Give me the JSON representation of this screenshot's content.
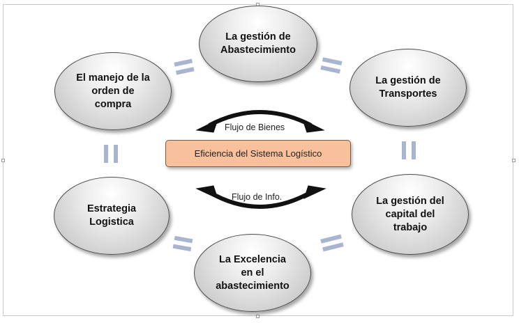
{
  "diagram": {
    "center": "Eficiencia del Sistema Logístico",
    "flows": {
      "top": "Flujo de Bienes",
      "bottom": "Flujo de Info."
    },
    "nodes": {
      "abastecimiento": [
        "La gestión de",
        "Abastecimiento"
      ],
      "transportes": [
        "La gestión de",
        "Transportes"
      ],
      "capital": [
        "La gestión del",
        "capital del",
        "trabajo"
      ],
      "excelencia": [
        "La Excelencia",
        "en el",
        "abastecimiento"
      ],
      "estrategia": [
        "Estrategia",
        "Logistica"
      ],
      "orden": [
        "El manejo de la",
        "orden de",
        "compra"
      ]
    }
  },
  "colors": {
    "node_fill": "#d0d0d0",
    "center_fill": "#f8c19c",
    "equal_sign": "#a9b5d0",
    "arrow": "#111111"
  }
}
